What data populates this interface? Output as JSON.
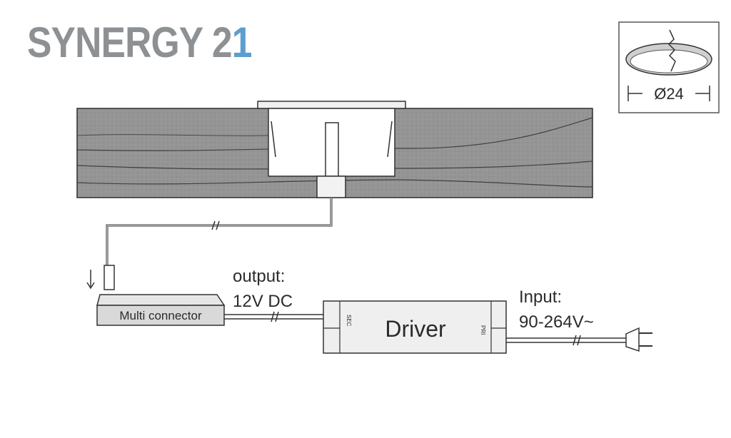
{
  "logo": {
    "brand_text": "SYNERGY 2",
    "accent_text": "1",
    "brand_color": "#8e9194",
    "accent_color": "#5b9fd1"
  },
  "inset": {
    "diameter_label": "Ø24"
  },
  "labels": {
    "multi_connector": "Multi connector",
    "output_line1": "output:",
    "output_line2": "12V DC",
    "driver": "Driver",
    "sec": "SEC",
    "pri": "PRI",
    "input_line1": "Input:",
    "input_line2": "90-264V~"
  },
  "colors": {
    "wood": "#939393",
    "line": "#3a3a3a",
    "box_fill": "#ececec"
  }
}
